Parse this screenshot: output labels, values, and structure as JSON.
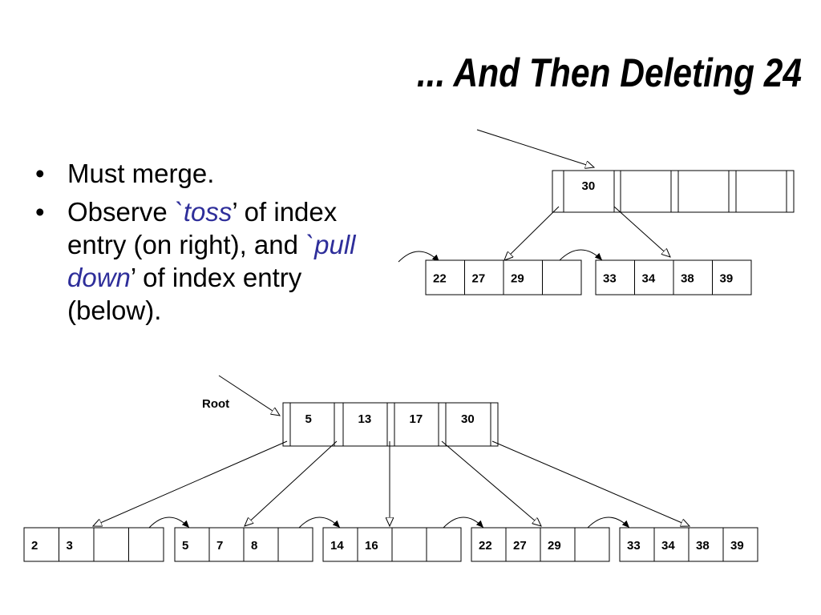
{
  "title": "... And Then Deleting 24",
  "bullets": [
    {
      "parts": [
        {
          "text": "Must merge.",
          "hl": false
        }
      ]
    },
    {
      "parts": [
        {
          "text": "Observe ",
          "hl": false
        },
        {
          "text": "`toss",
          "hl": true
        },
        {
          "text": "’ of index entry (on right), and ",
          "hl": false
        },
        {
          "text": "`pull down",
          "hl": true
        },
        {
          "text": "’ of index entry (below).",
          "hl": false
        }
      ]
    }
  ],
  "root_label": "Root",
  "top_tree": {
    "index_keys": [
      "30",
      "",
      "",
      ""
    ],
    "leaves": [
      [
        "22",
        "27",
        "29",
        ""
      ],
      [
        "33",
        "34",
        "38",
        "39"
      ]
    ]
  },
  "bottom_tree": {
    "index_keys": [
      "5",
      "13",
      "17",
      "30"
    ],
    "leaves": [
      [
        "2",
        "3",
        "",
        ""
      ],
      [
        "5",
        "7",
        "8",
        ""
      ],
      [
        "14",
        "16",
        "",
        ""
      ],
      [
        "22",
        "27",
        "29",
        ""
      ],
      [
        "33",
        "34",
        "38",
        "39"
      ]
    ]
  }
}
